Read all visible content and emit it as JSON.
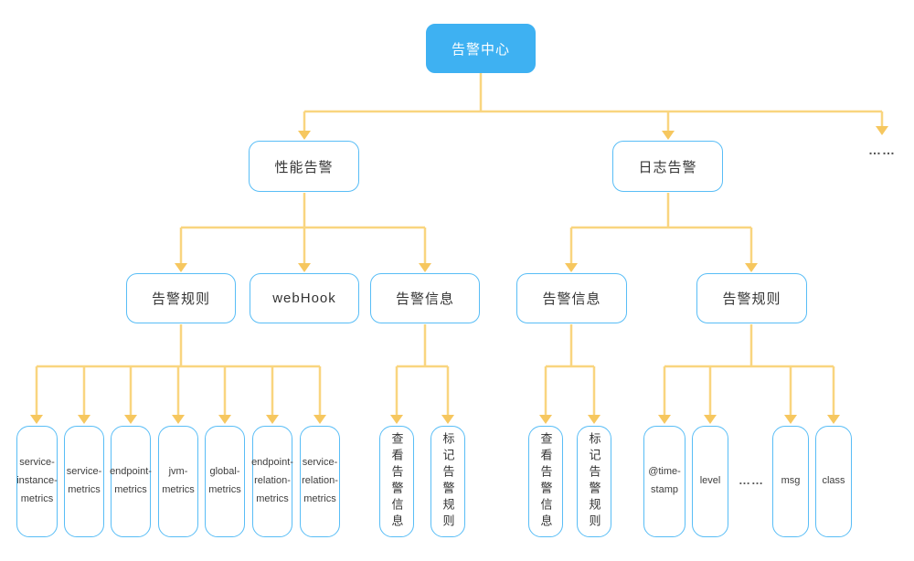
{
  "diagram": {
    "title_root": "告警中心",
    "level2": {
      "perf": "性能告警",
      "log": "日志告警",
      "more": "……"
    },
    "perf_children": {
      "rules": "告警规则",
      "webhook": "webHook",
      "info": "告警信息"
    },
    "log_children": {
      "info": "告警信息",
      "rules": "告警规则"
    },
    "perf_rules_leaves": [
      "service-instance-metrics",
      "service-metrics",
      "endpoint-metrics",
      "jvm-metrics",
      "global-metrics",
      "endpoint-relation-metrics",
      "service-relation-metrics"
    ],
    "perf_info_leaves": [
      "查看告警信息",
      "标记告警规则"
    ],
    "log_info_leaves": [
      "查看告警信息",
      "标记告警规则"
    ],
    "log_rules_leaves": [
      "@time-stamp",
      "level",
      "……",
      "msg",
      "class"
    ],
    "colors": {
      "root_fill": "#3EB1F2",
      "box_border": "#58BDF6",
      "connector_line": "#F9D57F",
      "arrowhead": "#F6C75F",
      "text": "#333333"
    }
  }
}
